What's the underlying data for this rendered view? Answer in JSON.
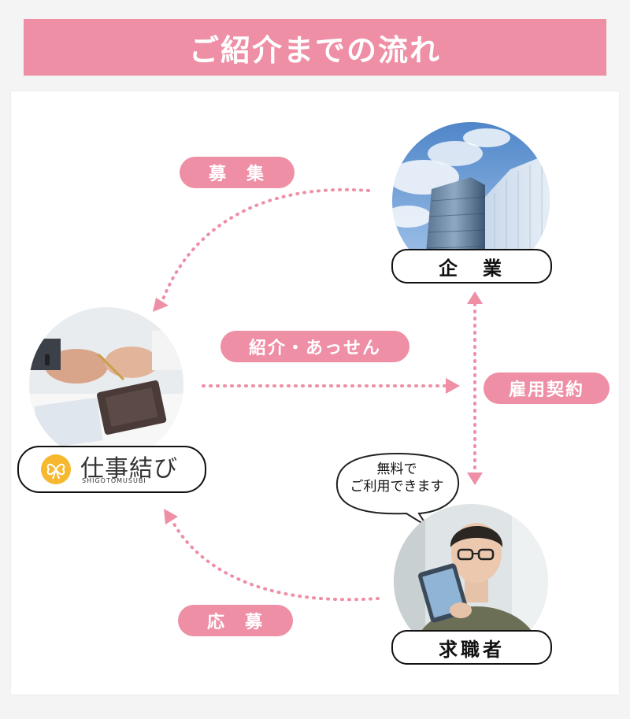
{
  "title": "ご紹介までの流れ",
  "labels": {
    "recruit": "募　集",
    "introduce": "紹介・あっせん",
    "contract": "雇用契約",
    "apply": "応　募"
  },
  "nodes": {
    "company": "企　業",
    "job_seeker": "求職者",
    "logo_name": "仕事結び",
    "logo_sub": "SHIGOTOMUSUBI"
  },
  "speech_bubble": {
    "line1": "無料で",
    "line2": "ご利用できます"
  },
  "colors": {
    "accent": "#ee8fa6",
    "panel": "#ffffff",
    "background": "#f4f4f4",
    "logo_icon": "#f5b82e"
  }
}
